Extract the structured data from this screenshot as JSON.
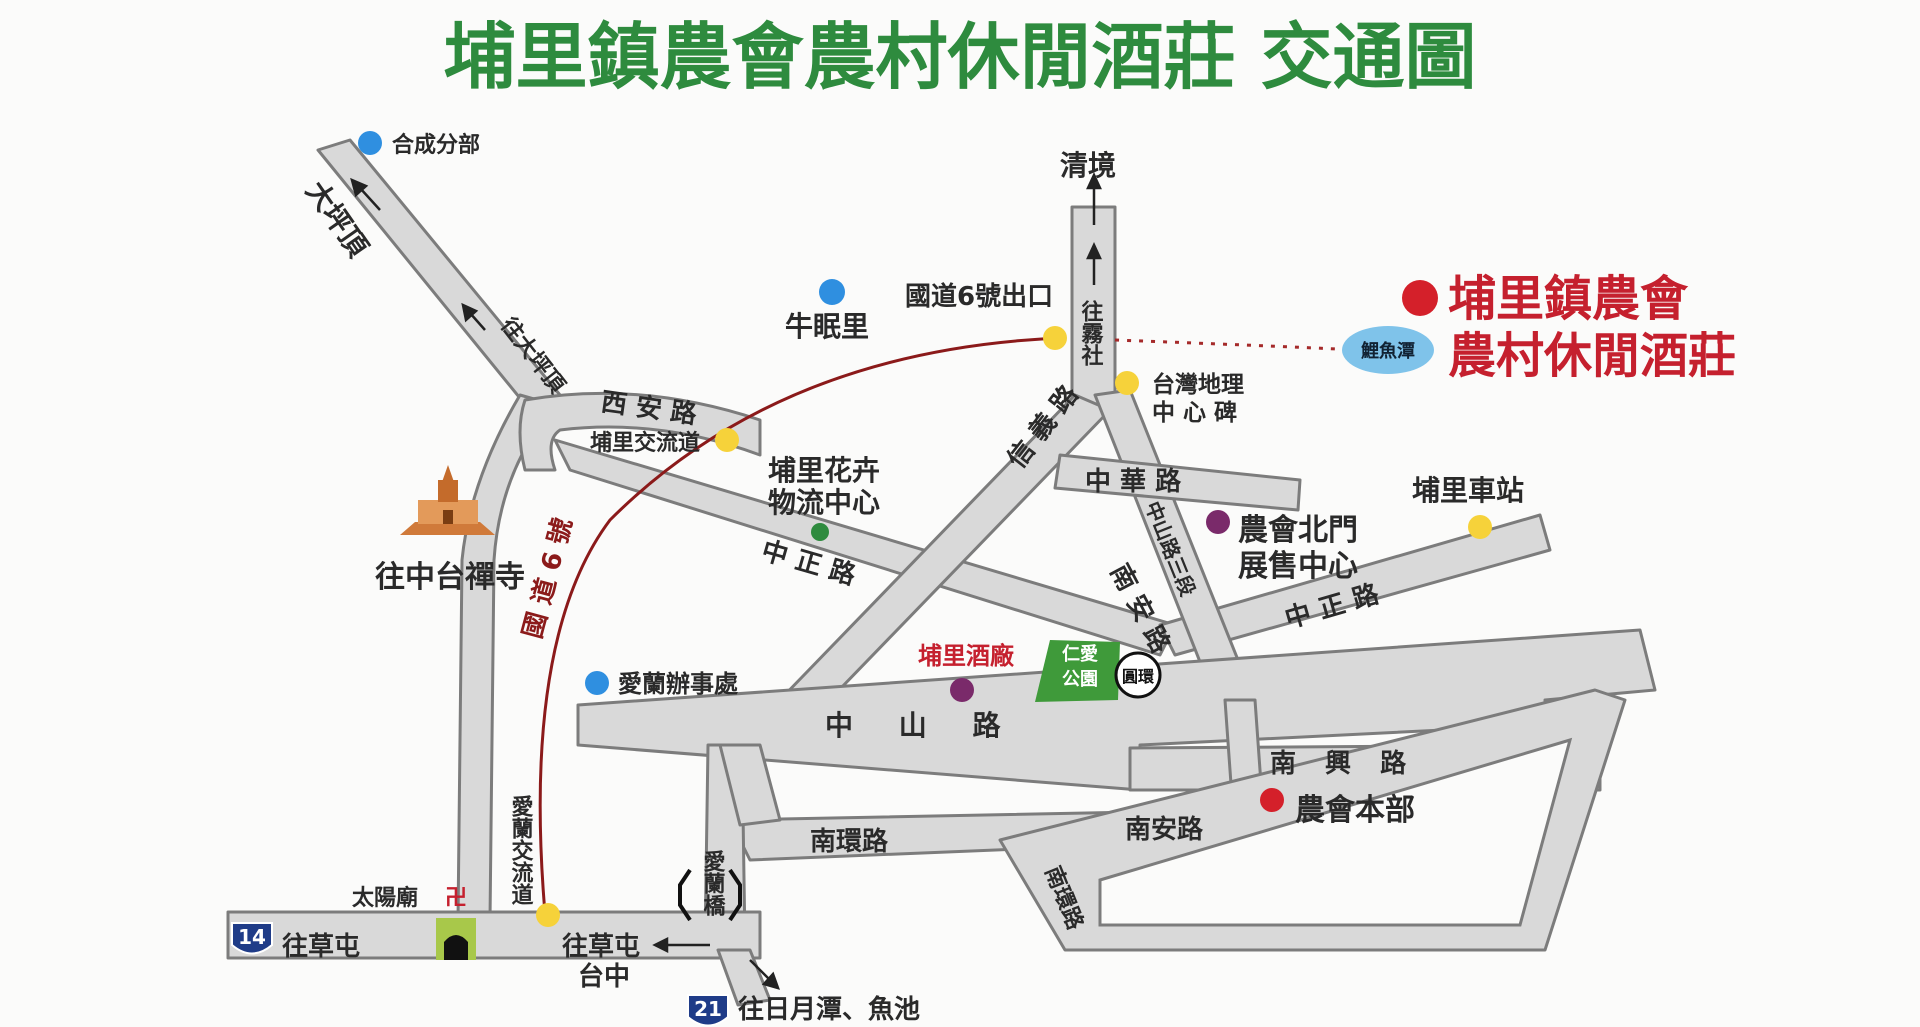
{
  "title": "埔里鎮農會農村休閒酒莊 交通圖",
  "highlight": {
    "line1": "埔里鎮農會",
    "line2": "農村休閒酒莊",
    "lake": "鯉魚潭",
    "color": "#c5202e"
  },
  "colors": {
    "title": "#2e8b3e",
    "road": "#d9d9d9",
    "road_edge": "#7c7c7c",
    "highway6": "#8b1a1a",
    "dot_blue": "#2f8fe0",
    "dot_yellow": "#f6d23a",
    "dot_purple": "#7a2a6a",
    "dot_green": "#2e8b3e",
    "dot_red": "#d4202a"
  },
  "places": {
    "hecheng": "合成分部",
    "niumian": "牛眠里",
    "national6_exit": "國道6號出口",
    "puli_interchange": "埔里交流道",
    "flower_center_1": "埔里花卉",
    "flower_center_2": "物流中心",
    "taiwan_geo_1": "台灣地理",
    "taiwan_geo_2": "中 心 碑",
    "puli_station": "埔里車站",
    "north_gate_1": "農會北門",
    "north_gate_2": "展售中心",
    "puli_winery": "埔里酒廠",
    "renai_park_1": "仁愛",
    "renai_park_2": "公園",
    "roundabout": "圓環",
    "ailan_office": "愛蘭辦事處",
    "farmers_hq": "農會本部",
    "zhongtai": "往中台禪寺",
    "sun_temple": "太陽廟",
    "ailan_interchange": "愛蘭交流道",
    "ailan_bridge": "愛蘭橋"
  },
  "roads": {
    "xian_rd": "西 安 路",
    "xinyi_rd": "信 義 路",
    "zhonghua_rd": "中 華 路",
    "zhongshan_rd3": "中山路三段",
    "zhongzheng_rd_w": "中 正 路",
    "zhongzheng_rd_e": "中 正 路",
    "nanan_rd_n": "南 安 路",
    "zhongshan_rd": "中 山 路",
    "nanxing_rd": "南 興 路",
    "nanhuan_rd": "南環路",
    "nanan_rd_s": "南安路",
    "nanhuan_rd_e": "南環路",
    "national6": "國 道 6 號"
  },
  "directions": {
    "qingjing": "清境",
    "to_wushe": "往霧社",
    "dapingding": "大坪頂",
    "to_dapingding": "往大坪頂",
    "to_caotun_w": "往草屯",
    "to_caotun_mid": "往草屯",
    "taichung": "台中",
    "to_sunmoon": "往日月潭、魚池"
  },
  "shields": {
    "r14": "14",
    "r21": "21"
  }
}
